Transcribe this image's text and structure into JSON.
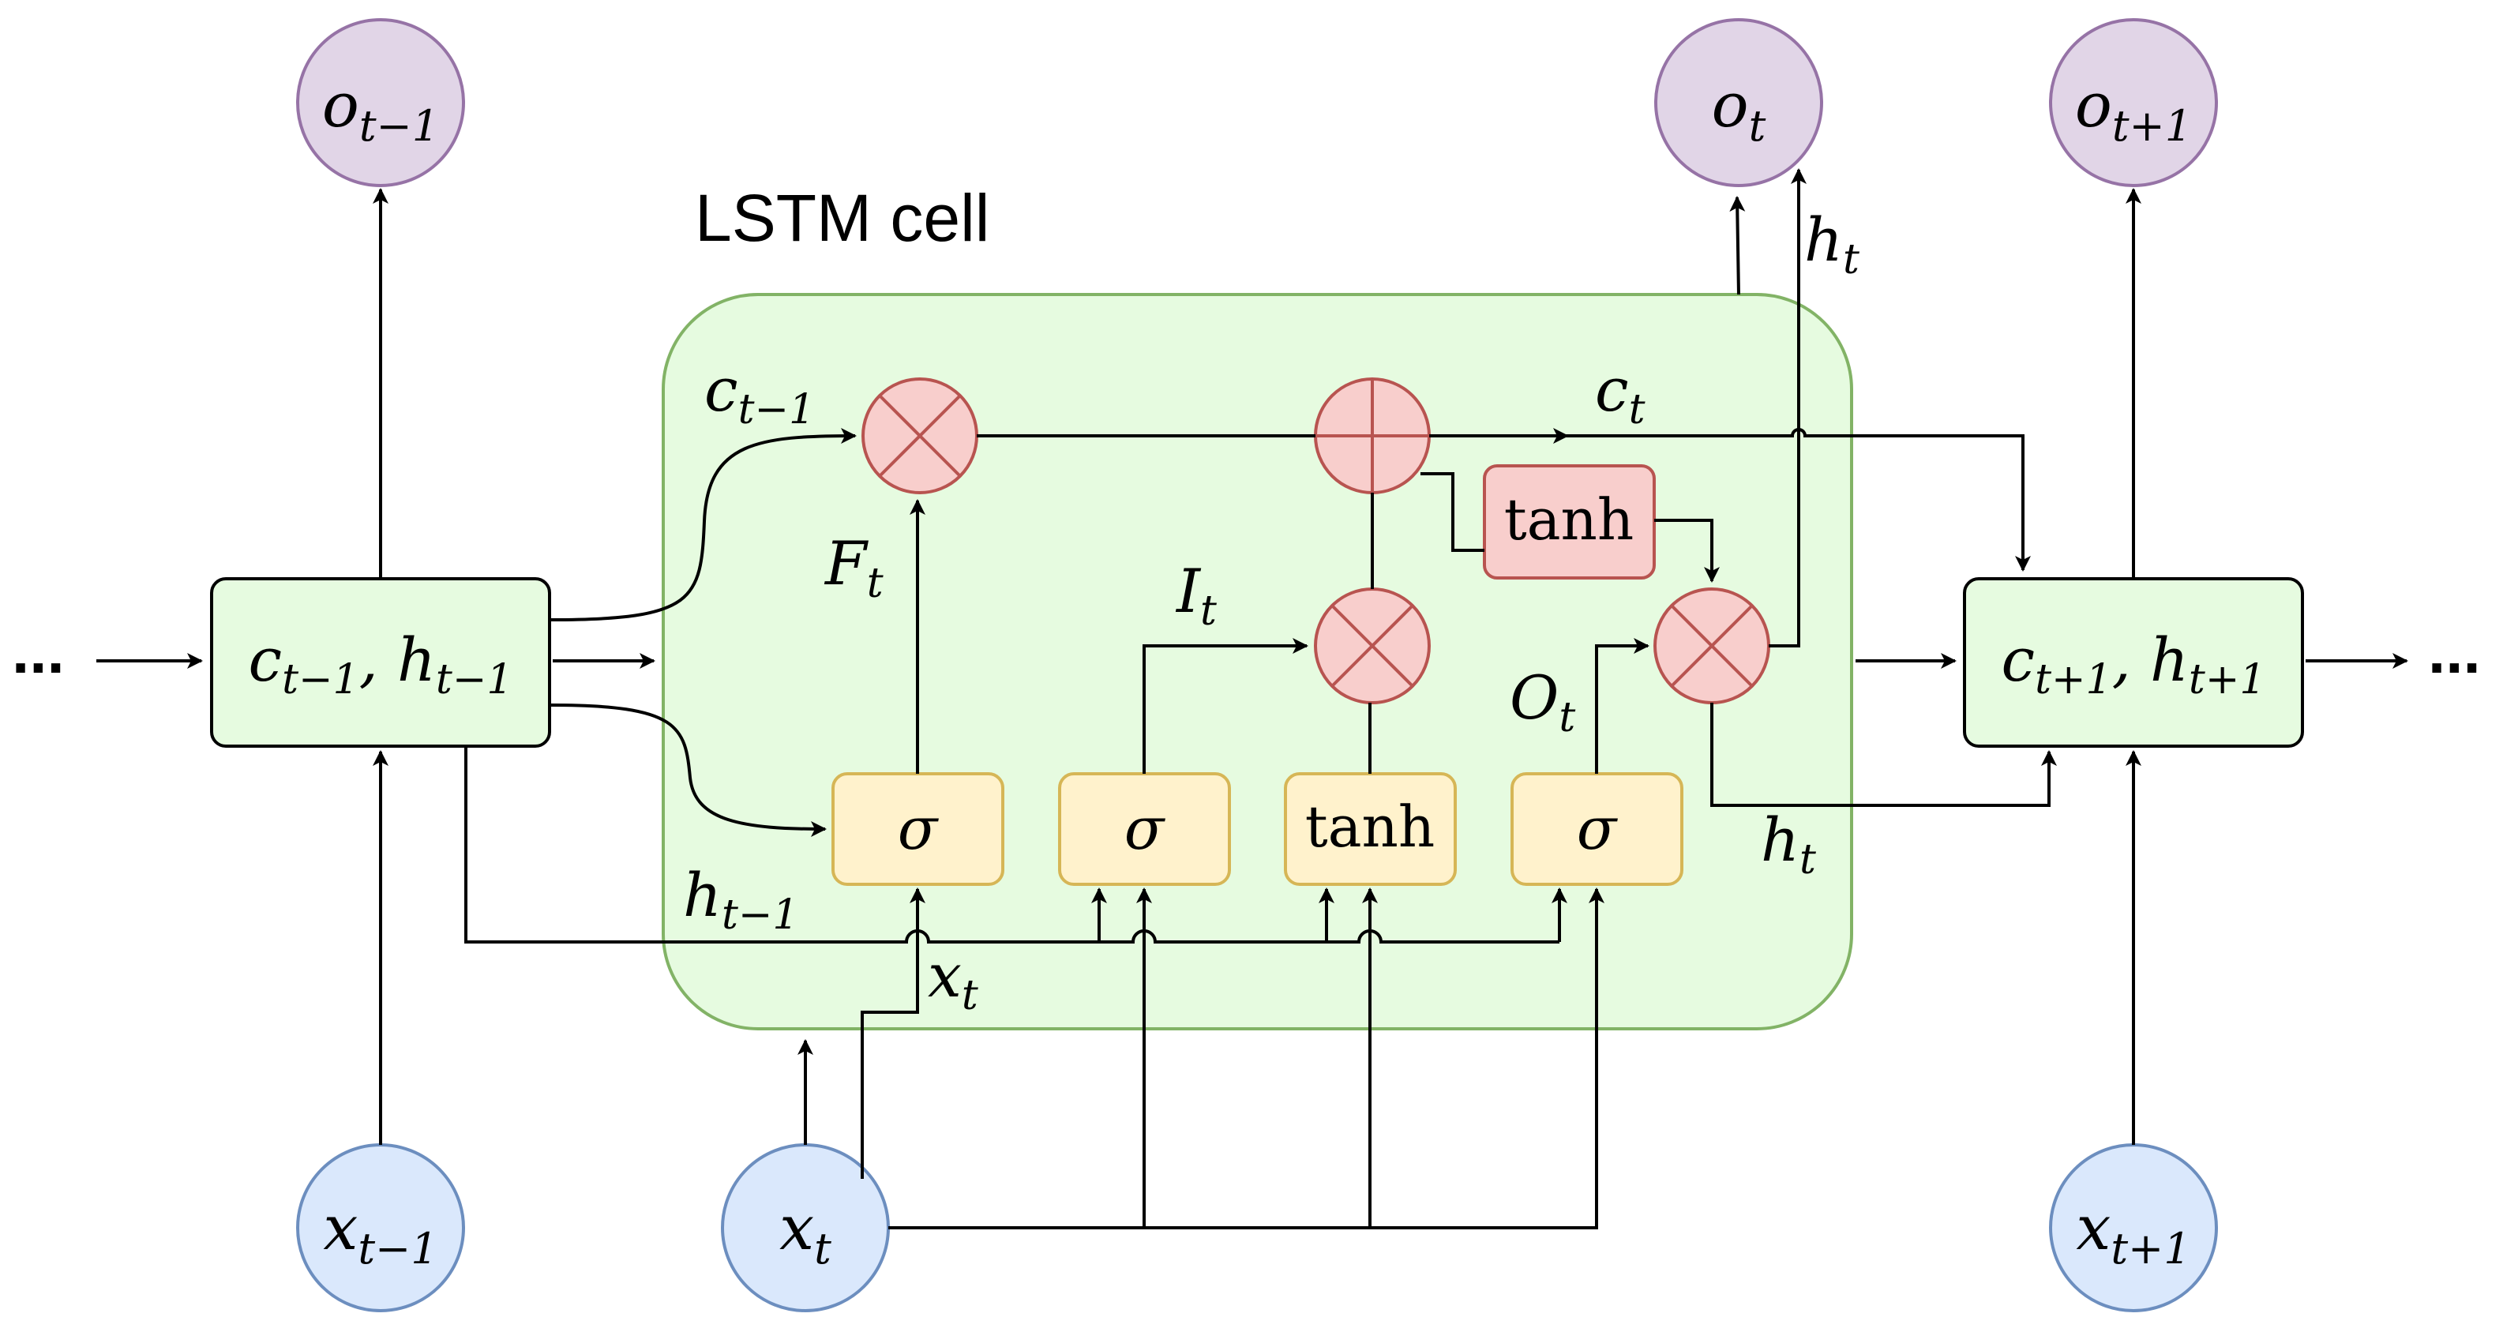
{
  "title": "LSTM cell",
  "ellipsis_left": "...",
  "ellipsis_right": "...",
  "outputs": {
    "prev": {
      "base": "o",
      "sub": "t−1"
    },
    "curr": {
      "base": "o",
      "sub": "t"
    },
    "next": {
      "base": "o",
      "sub": "t+1"
    }
  },
  "inputs": {
    "prev": {
      "base": "x",
      "sub": "t−1"
    },
    "curr": {
      "base": "x",
      "sub": "t"
    },
    "next": {
      "base": "x",
      "sub": "t+1"
    }
  },
  "states": {
    "prev": {
      "c": "c",
      "c_sub": "t−1",
      "h": "h",
      "h_sub": "t−1"
    },
    "next": {
      "c": "c",
      "c_sub": "t+1",
      "h": "h",
      "h_sub": "t+1"
    }
  },
  "gates": {
    "forget": "σ",
    "input": "σ",
    "candidate": "tanh",
    "output": "σ",
    "cell_tanh": "tanh"
  },
  "labels": {
    "c_prev": {
      "base": "c",
      "sub": "t−1"
    },
    "c_t": {
      "base": "c",
      "sub": "t"
    },
    "F_t": {
      "base": "F",
      "sub": "t"
    },
    "I_t": {
      "base": "I",
      "sub": "t"
    },
    "O_t": {
      "base": "O",
      "sub": "t"
    },
    "h_prev": {
      "base": "h",
      "sub": "t−1"
    },
    "x_t": {
      "base": "x",
      "sub": "t"
    },
    "h_t_top": {
      "base": "h",
      "sub": "t"
    },
    "h_t_bottom": {
      "base": "h",
      "sub": "t"
    }
  },
  "colors": {
    "cell_fill": "#e6fbe0",
    "cell_stroke": "#82b366",
    "state_fill": "#e6fbe0",
    "gate_fill": "#fff2cc",
    "gate_stroke": "#d6b656",
    "op_fill": "#f8cecc",
    "op_stroke": "#b85450",
    "output_fill": "#e1d5e7",
    "output_stroke": "#9673a6",
    "input_fill": "#dae8fc",
    "input_stroke": "#6c8ebf"
  }
}
